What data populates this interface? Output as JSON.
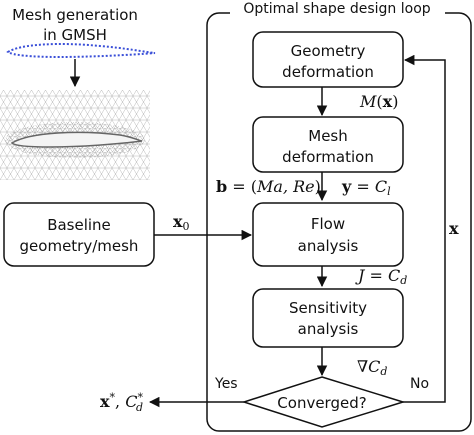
{
  "mesh_panel": {
    "title_line1": "Mesh generation",
    "title_line2": "in GMSH"
  },
  "loop": {
    "title": "Optimal shape design loop"
  },
  "nodes": {
    "geometry_line1": "Geometry",
    "geometry_line2": "deformation",
    "mesh_line1": "Mesh",
    "mesh_line2": "deformation",
    "flow_line1": "Flow",
    "flow_line2": "analysis",
    "sensitivity_line1": "Sensitivity",
    "sensitivity_line2": "analysis",
    "converged": "Converged?",
    "baseline_line1": "Baseline",
    "baseline_line2": "geometry/mesh"
  },
  "edges": {
    "m_of_x": "M(x)",
    "b_equals": "b = (Ma, Re)",
    "y_equals": "y = Cl",
    "x0": "x0",
    "j_equals": "J = Cd",
    "grad_cd": "∇Cd",
    "x_feedback": "x",
    "yes": "Yes",
    "no": "No",
    "output": "x*, C*d"
  }
}
